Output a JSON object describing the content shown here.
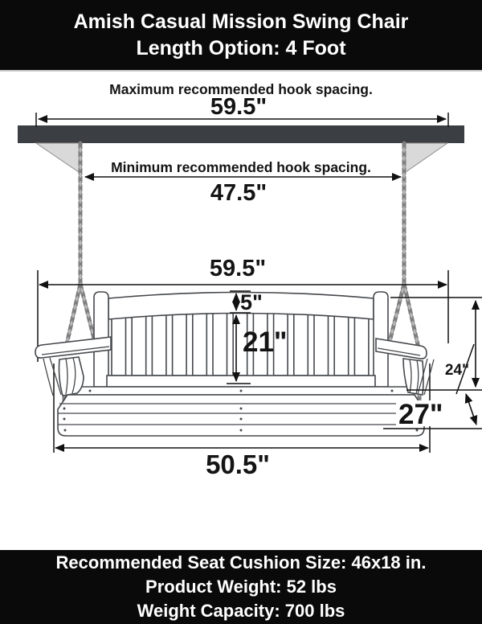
{
  "header": {
    "line1": "Amish Casual Mission Swing Chair",
    "line2": "Length Option: 4 Foot"
  },
  "diagram": {
    "max_hook_label": "Maximum recommended hook spacing.",
    "max_hook_value": "59.5\"",
    "min_hook_label": "Minimum recommended hook spacing.",
    "min_hook_value": "47.5\"",
    "overall_width_value": "59.5\"",
    "top_rail_height_value": "5\"",
    "back_slat_height_value": "21\"",
    "side_height_value": "24\"",
    "overall_depth_value": "27\"",
    "seat_base_width_value": "50.5\""
  },
  "footer": {
    "line1": "Recommended Seat Cushion Size: 46x18 in.",
    "line2": "Product Weight: 52 lbs",
    "line3": "Weight Capacity: 700 lbs"
  },
  "colors": {
    "banner_bg": "#0a0a0a",
    "banner_text": "#ffffff",
    "beam_fill": "#3b3e43",
    "triangle_fill": "#d9d9d9",
    "line_color": "#111111",
    "wood_outline": "#45484c",
    "chain_color": "#7e7e7e"
  }
}
